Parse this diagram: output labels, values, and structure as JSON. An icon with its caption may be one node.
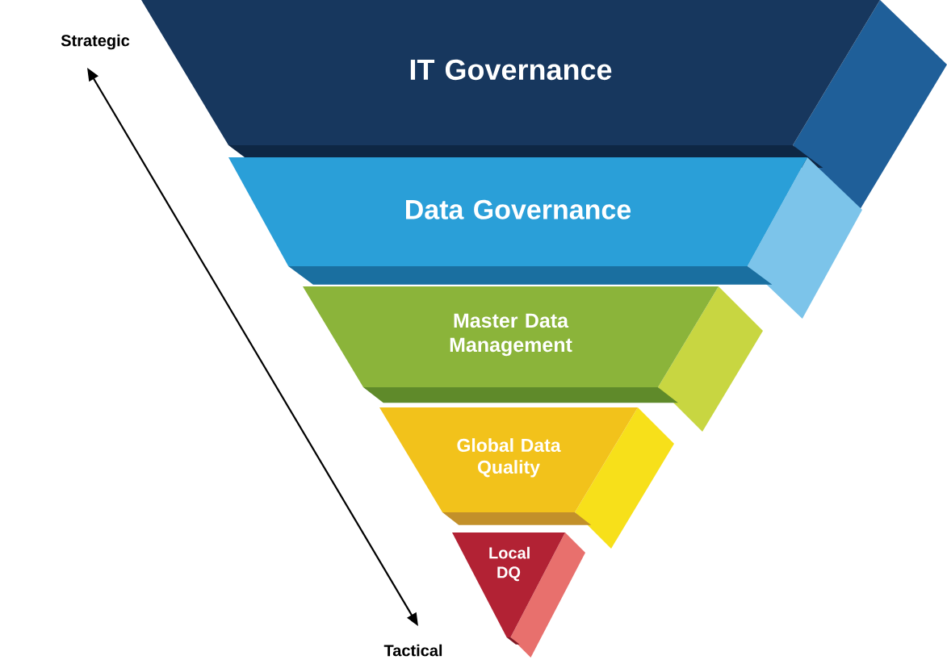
{
  "diagram": {
    "nodes": [
      {
        "text": [
          "IT Governance"
        ]
      },
      {
        "text": [
          "Data Governance"
        ]
      },
      {
        "text": [
          "Master Data Management"
        ]
      },
      {
        "text": [
          "Global Data Quality"
        ]
      },
      {
        "text": [
          "Local DQ"
        ]
      }
    ],
    "labels": [
      "Strategic",
      "Tactical"
    ]
  }
}
